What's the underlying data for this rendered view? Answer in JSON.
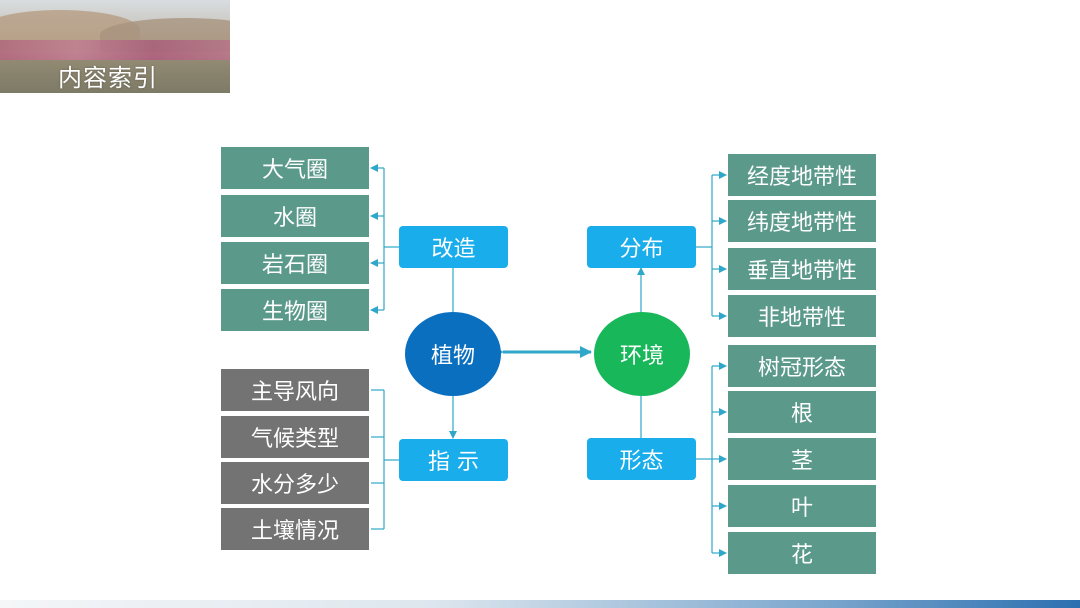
{
  "header": {
    "title": "内容索引"
  },
  "center": {
    "left": "植物",
    "right": "环境"
  },
  "hubs": {
    "transform": "改造",
    "indicate": "指 示",
    "distribution": "分布",
    "form": "形态"
  },
  "transform_items": [
    "大气圈",
    "水圈",
    "岩石圈",
    "生物圈"
  ],
  "indicate_items": [
    "主导风向",
    "气候类型",
    "水分多少",
    "土壤情况"
  ],
  "distribution_items": [
    "经度地带性",
    "纬度地带性",
    "垂直地带性",
    "非地带性"
  ],
  "form_items": [
    "树冠形态",
    "根",
    "茎",
    "叶",
    "花"
  ],
  "colors": {
    "teal": "#5b9a8b",
    "gray": "#737373",
    "hub_blue": "#1aadeb",
    "plant_circle": "#0b6fc0",
    "env_circle": "#18b85a",
    "line": "#2fa7c9"
  }
}
